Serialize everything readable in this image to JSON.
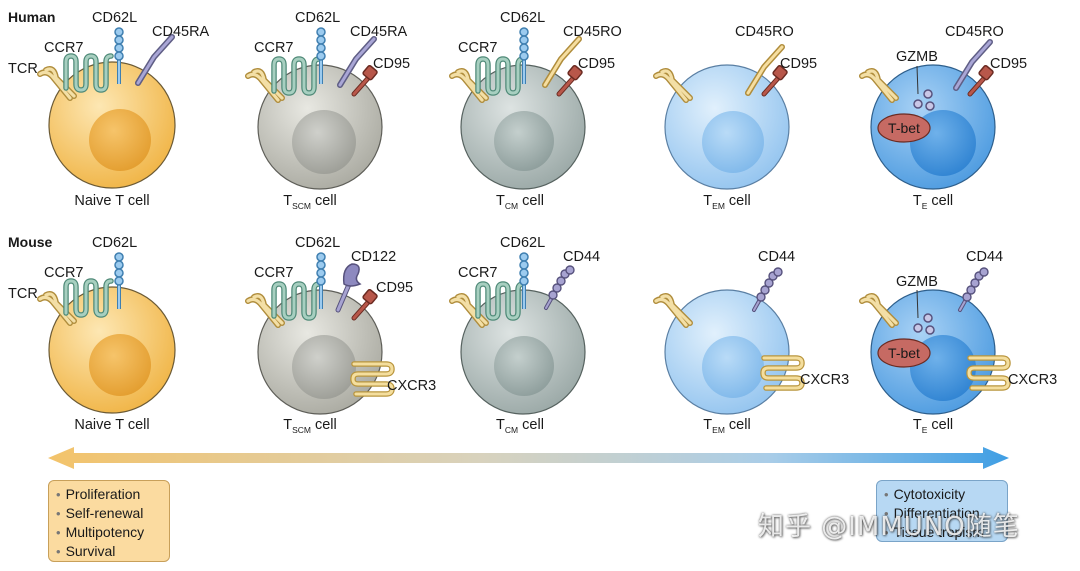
{
  "rows": {
    "human": "Human",
    "mouse": "Mouse"
  },
  "human": {
    "c1": {
      "name": "Naive T cell",
      "tcr": "TCR",
      "ccr7": "CCR7",
      "cd62l": "CD62L",
      "cd45": "CD45RA"
    },
    "c2": {
      "name_main": "T",
      "name_sub": "SCM",
      "name_rest": " cell",
      "ccr7": "CCR7",
      "cd62l": "CD62L",
      "cd45": "CD45RA",
      "cd95": "CD95"
    },
    "c3": {
      "name_main": "T",
      "name_sub": "CM",
      "name_rest": " cell",
      "ccr7": "CCR7",
      "cd62l": "CD62L",
      "cd45": "CD45RO",
      "cd95": "CD95"
    },
    "c4": {
      "name_main": "T",
      "name_sub": "EM",
      "name_rest": " cell",
      "cd45": "CD45RO",
      "cd95": "CD95"
    },
    "c5": {
      "name_main": "T",
      "name_sub": "E",
      "name_rest": " cell",
      "gzmb": "GZMB",
      "cd45": "CD45RO",
      "cd95": "CD95",
      "tbet": "T-bet"
    }
  },
  "mouse": {
    "c1": {
      "name": "Naive T cell",
      "tcr": "TCR",
      "ccr7": "CCR7",
      "cd62l": "CD62L"
    },
    "c2": {
      "name_main": "T",
      "name_sub": "SCM",
      "name_rest": " cell",
      "ccr7": "CCR7",
      "cd62l": "CD62L",
      "cd122": "CD122",
      "cd95": "CD95",
      "cxcr3": "CXCR3"
    },
    "c3": {
      "name_main": "T",
      "name_sub": "CM",
      "name_rest": " cell",
      "ccr7": "CCR7",
      "cd62l": "CD62L",
      "cd44": "CD44"
    },
    "c4": {
      "name_main": "T",
      "name_sub": "EM",
      "name_rest": " cell",
      "cd44": "CD44",
      "cxcr3": "CXCR3"
    },
    "c5": {
      "name_main": "T",
      "name_sub": "E",
      "name_rest": " cell",
      "gzmb": "GZMB",
      "cd44": "CD44",
      "cxcr3": "CXCR3",
      "tbet": "T-bet"
    }
  },
  "properties_left": [
    "Proliferation",
    "Self-renewal",
    "Multipotency",
    "Survival"
  ],
  "properties_right": [
    "Cytotoxicity",
    "Differentiation",
    "Tissue tropism"
  ],
  "watermark": "知乎 @IMMUNO随笔",
  "colors": {
    "naive": "#f3b94a",
    "scm": "#b9b9b0",
    "cm": "#a9b6b4",
    "em": "#a3cdf2",
    "eff": "#5aa5e6",
    "arrow_left": "#f3c36a",
    "arrow_right": "#3f9ee4"
  }
}
